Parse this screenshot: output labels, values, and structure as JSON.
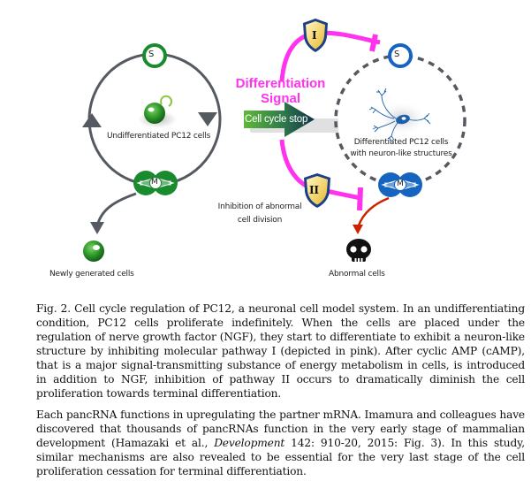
{
  "figure": {
    "left_cycle": {
      "s_phase_label": "S",
      "m_phase_label": "M",
      "cell_label": "Undifferentiated PC12 cells",
      "new_cells_label": "Newly generated cells",
      "color": "#1a8a2e"
    },
    "right_cycle": {
      "s_phase_label": "S",
      "m_phase_label": "M",
      "cell_label_line1": "Differentiated PC12 cells",
      "cell_label_line2": "with neuron-like structures",
      "abnormal_label": "Abnormal cells",
      "color": "#1565c0"
    },
    "signal": {
      "title_line1": "Differentiation",
      "title_line2": "Signal",
      "stop_label": "Cell cycle stop",
      "color": "#ff33ee"
    },
    "pathways": {
      "pathway_1_label": "I",
      "pathway_2_label": "II",
      "inhibition_line1": "Inhibition of abnormal",
      "inhibition_line2": "cell division"
    }
  },
  "caption": {
    "text": "Fig. 2. Cell cycle regulation of PC12, a neuronal cell model system. In an undifferentiating condition, PC12 cells proliferate indefinitely. When the cells are placed under the regulation of nerve growth factor (NGF), they start to differentiate to exhibit a neuron-like structure by inhibiting molecular pathway I (depicted in pink). After cyclic AMP (cAMP), that is a major signal-transmitting substance of energy metabolism in cells, is introduced in addition to NGF, inhibition of pathway II occurs to dramatically diminish the cell proliferation towards terminal differentiation."
  },
  "body": {
    "part1": "Each pancRNA functions in upregulating the partner mRNA. Imamura and colleagues have discovered that thousands of pancRNAs function in the very early stage of mammalian development (Hamazaki et al., ",
    "journal": "Development",
    "part2": " 142: 910-20, 2015: Fig. 3). In this study, similar mechanisms are also revealed to be essential for the very last stage of the cell proliferation cessation for terminal differentiation."
  }
}
